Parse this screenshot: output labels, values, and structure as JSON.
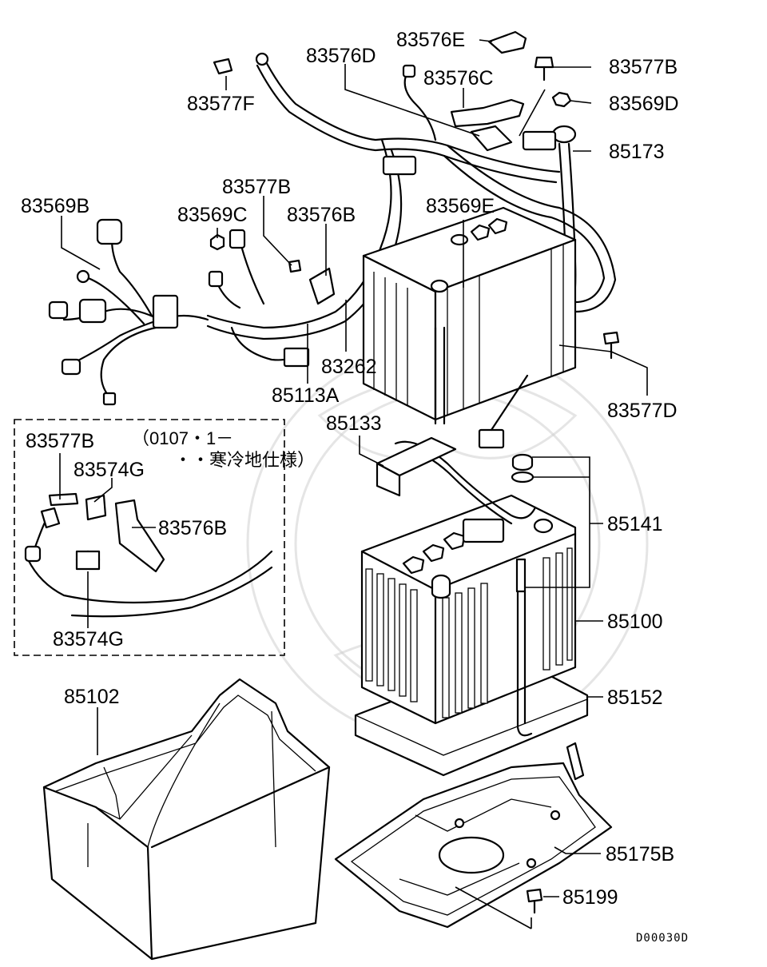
{
  "labels": {
    "p83576E": "83576E",
    "p83576D": "83576D",
    "p83577B_top": "83577B",
    "p83576C": "83576C",
    "p83577F": "83577F",
    "p83569D": "83569D",
    "p85173": "85173",
    "p83569B": "83569B",
    "p83577B_mid": "83577B",
    "p83569C": "83569C",
    "p83576B_mid": "83576B",
    "p83569E": "83569E",
    "p83262": "83262",
    "p85113A": "85113A",
    "p83577D": "83577D",
    "p85133": "85133",
    "p85141": "85141",
    "p85100": "85100",
    "p85152": "85152",
    "p85102": "85102",
    "p85175B": "85175B",
    "p85199": "85199"
  },
  "inset": {
    "p83577B": "83577B",
    "p83574G_top": "83574G",
    "p83576B": "83576B",
    "p83574G_bottom": "83574G",
    "note_line1": "（0107・1－",
    "note_line2": "・・寒冷地仕様）"
  },
  "diagram_code": "D00030D"
}
